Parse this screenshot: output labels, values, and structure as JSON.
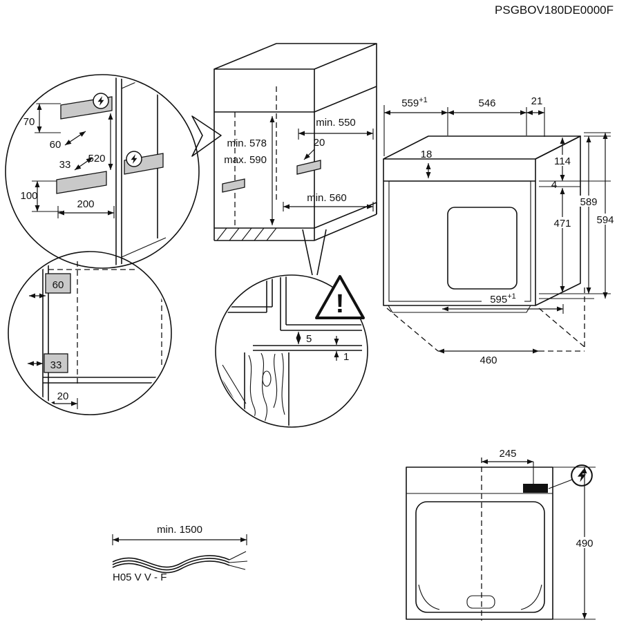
{
  "title": "PSGBOV180DE0000F",
  "detail_brackets": {
    "d70": "70",
    "d60": "60",
    "d520": "520",
    "d33": "33",
    "d100": "100",
    "d200": "200"
  },
  "detail_panel": {
    "d60": "60",
    "d33": "33",
    "d20": "20"
  },
  "detail_worktop": {
    "d5": "5",
    "d1": "1",
    "warning_mark": "!"
  },
  "cabinet": {
    "min550": "min. 550",
    "d20": "20",
    "min578": "min. 578",
    "max590": "max. 590",
    "min560": "min. 560"
  },
  "oven": {
    "d559": "559",
    "sup": "+1",
    "d546": "546",
    "d21": "21",
    "d18": "18",
    "d114": "114",
    "d4": "4",
    "d589": "589",
    "d594": "594",
    "d471": "471",
    "d595": "595",
    "d460": "460"
  },
  "top_view": {
    "d245": "245",
    "d490": "490"
  },
  "cable": {
    "min1500": "min. 1500",
    "cable_type": "H05 V V - F"
  }
}
